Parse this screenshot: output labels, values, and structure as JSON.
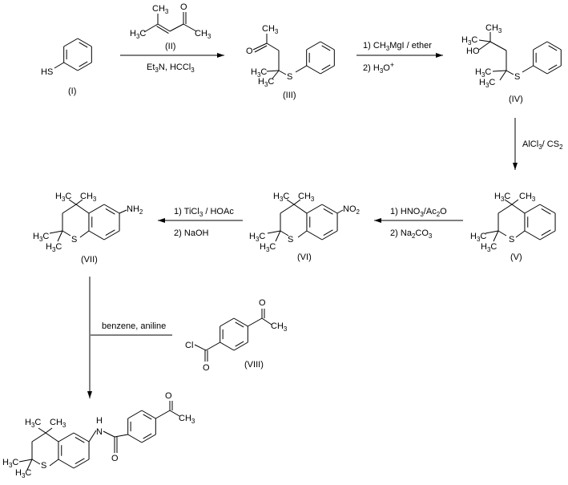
{
  "compounds": {
    "I": {
      "label": "(I)",
      "hs": "HS"
    },
    "II": {
      "label": "(II)",
      "ch3_top": "CH3",
      "h3c": "H3C",
      "o": "O",
      "ch3_right": "CH3"
    },
    "III": {
      "label": "(III)",
      "ch3": "CH3",
      "o": "O",
      "h3c_a": "H3C",
      "h3c_b": "H3C",
      "s": "S"
    },
    "IV": {
      "label": "(IV)",
      "ch3": "CH3",
      "h3c_top": "H3C",
      "ho": "HO",
      "h3c_a": "H3C",
      "h3c_b": "H3C",
      "s": "S"
    },
    "V": {
      "label": "(V)",
      "h3c": "H3C",
      "ch3": "CH3",
      "h3c_a": "H3C",
      "h3c_b": "H3C",
      "s": "S"
    },
    "VI": {
      "label": "(VI)",
      "h3c": "H3C",
      "ch3": "CH3",
      "h3c_a": "H3C",
      "h3c_b": "H3C",
      "s": "S",
      "no2": "NO2"
    },
    "VII": {
      "label": "(VII)",
      "h3c": "H3C",
      "ch3": "CH3",
      "h3c_a": "H3C",
      "h3c_b": "H3C",
      "s": "S",
      "nh2": "NH2"
    },
    "VIII": {
      "label": "(VIII)",
      "cl": "Cl",
      "o1": "O",
      "o2": "O",
      "ch3": "CH3"
    },
    "product": {
      "h3c": "H3C",
      "ch3": "CH3",
      "h3c_a": "H3C",
      "h3c_b": "H3C",
      "s": "S",
      "h": "H",
      "n": "N",
      "o_amide": "O",
      "o_acetyl": "O",
      "ch3_acetyl": "CH3"
    }
  },
  "steps": {
    "step1": {
      "below": "Et3N, HCCl3"
    },
    "step2": {
      "line1": "1) CH3MgI / ether",
      "line2": "2) H3O+"
    },
    "step3": {
      "line1": "AlCl3/ CS2"
    },
    "step4": {
      "line1": "1) HNO3/Ac2O",
      "line2": "2) Na2CO3"
    },
    "step5": {
      "line1": "1) TiCl3 / HOAc",
      "line2": "2) NaOH"
    },
    "step6": {
      "line1": "benzene, aniline"
    }
  }
}
